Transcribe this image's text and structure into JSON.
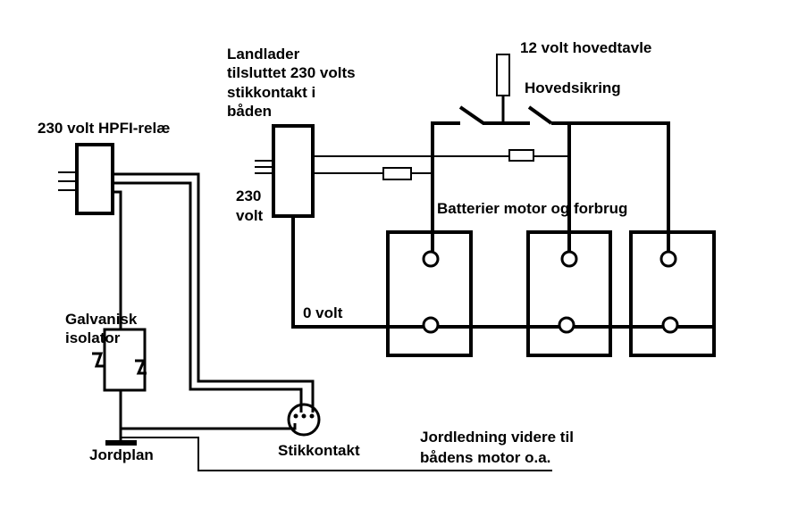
{
  "labels": {
    "hpfi": "230 volt HPFI-relæ",
    "landlader_line1": "Landlader",
    "landlader_line2": "tilsluttet 230 volts",
    "landlader_line3": "stikkontakt i",
    "landlader_line4": "båden",
    "main_panel": "12 volt hovedtavle",
    "main_fuse": "Hovedsikring",
    "v230_line1": "230",
    "v230_line2": "volt",
    "batteries": "Batterier  motor  og forbrug",
    "zero_volt": "0 volt",
    "galvanic_line1": "Galvanisk",
    "galvanic_line2": "isolator",
    "socket": "Stikkontakt",
    "ground_plane": "Jordplan",
    "ground_wire_line1": "Jordledning videre til",
    "ground_wire_line2": "bådens motor o.a."
  }
}
